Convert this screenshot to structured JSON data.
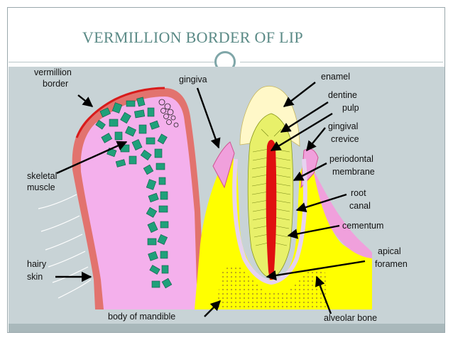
{
  "slide": {
    "title": "VERMILLION BORDER OF LIP"
  },
  "labels": {
    "vermillion_border_1": "vermillion",
    "vermillion_border_2": "border",
    "gingiva": "gingiva",
    "enamel": "enamel",
    "dentine": "dentine",
    "pulp": "pulp",
    "gingival_crevice_1": "gingival",
    "gingival_crevice_2": "crevice",
    "periodontal_membrane_1": "periodontal",
    "periodontal_membrane_2": "membrane",
    "skeletal_muscle_1": "skeletal",
    "skeletal_muscle_2": "muscle",
    "root_canal_1": "root",
    "root_canal_2": "canal",
    "cementum": "cementum",
    "apical_foramen_1": "apical",
    "apical_foramen_2": "foramen",
    "hairy_skin_1": "hairy",
    "hairy_skin_2": "skin",
    "body_of_mandible": "body of mandible",
    "alveolar_bone": "alveolar bone"
  },
  "colors": {
    "title": "#5a8a86",
    "background": "#c8d3d6",
    "lip_tissue": "#f4b0ec",
    "lip_border": "#e2736e",
    "vermillion": "#d81b1b",
    "muscle": "#1fa07a",
    "bone": "#ffff00",
    "bone_dots": "#b8a020",
    "enamel": "#fff8c8",
    "dentine": "#e8f06a",
    "pulp": "#e01010",
    "periodontal": "#e6d2f0",
    "gingiva": "#f0a0dc"
  }
}
